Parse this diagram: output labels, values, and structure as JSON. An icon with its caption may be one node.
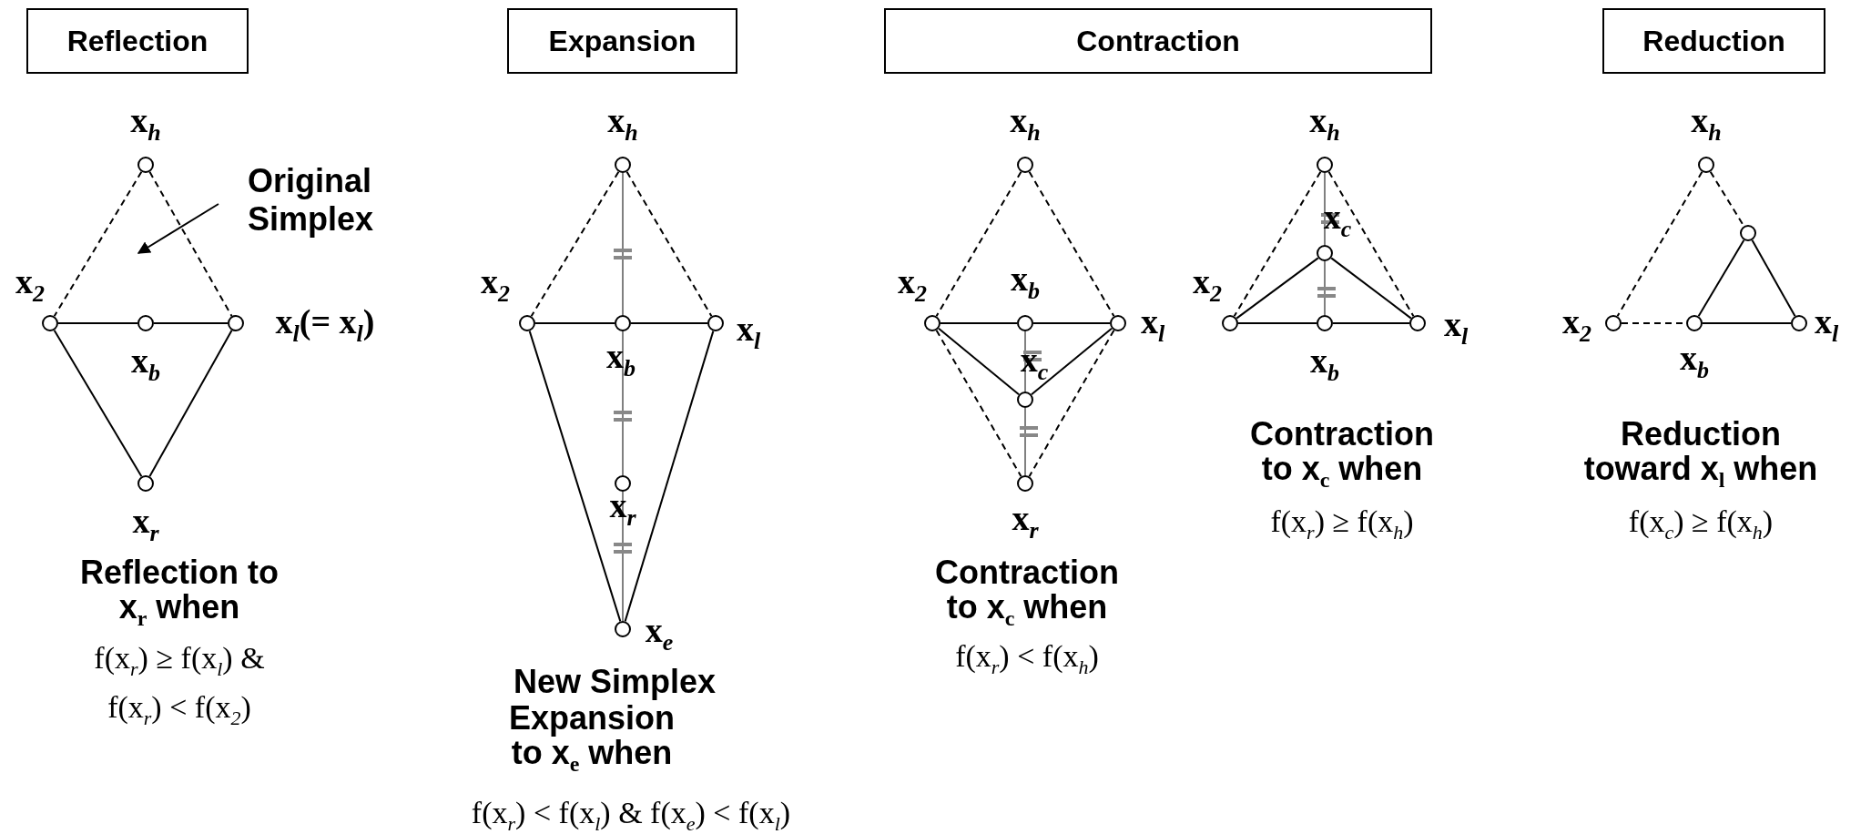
{
  "diagram": {
    "nodes": [
      {
        "text": [
          "Reflection"
        ]
      },
      {
        "text": [
          "Expansion"
        ]
      },
      {
        "text": [
          "Contraction"
        ]
      },
      {
        "text": [
          "Reduction"
        ]
      },
      {
        "text": [],
        "shape": "circle",
        "beside": [
          "x$_{h}$"
        ]
      },
      {
        "text": [
          "Original Simplex"
        ]
      },
      {
        "text": [],
        "shape": "circle",
        "beside": [
          "x$_{2}$"
        ]
      },
      {
        "text": [],
        "shape": "circle",
        "beside": [
          "x$_{b}$"
        ]
      },
      {
        "text": [],
        "shape": "circle",
        "beside": [
          "x$_{l}$(= x$_{l}$)"
        ]
      },
      {
        "text": [],
        "shape": "circle",
        "beside": [
          "x$_{r}$"
        ]
      },
      {
        "text": [],
        "shape": "circle",
        "beside": [
          "x$_{h}$"
        ]
      },
      {
        "text": [],
        "shape": "circle",
        "beside": [
          "x$_{2}$"
        ]
      },
      {
        "text": [],
        "shape": "circle",
        "beside": [
          "x$_{b}$"
        ]
      },
      {
        "text": [],
        "shape": "circle",
        "beside": [
          "x$_{l}$"
        ]
      },
      {
        "text": [],
        "shape": "circle",
        "beside": [
          "x$_{r}$"
        ]
      },
      {
        "text": [],
        "shape": "circle",
        "beside": [
          "x$_{e}$"
        ]
      },
      {
        "text": [],
        "shape": "circle",
        "beside": [
          "x$_{h}$"
        ]
      },
      {
        "text": [],
        "shape": "circle",
        "beside": [
          "x$_{2}$"
        ]
      },
      {
        "text": [],
        "shape": "circle",
        "beside": [
          "x$_{b}$"
        ]
      },
      {
        "text": [],
        "shape": "circle",
        "beside": [
          "x$_{l}$"
        ]
      },
      {
        "text": [],
        "shape": "circle",
        "beside": [
          "x$_{c}$"
        ]
      },
      {
        "text": [],
        "shape": "circle",
        "beside": [
          "x$_{r}$"
        ]
      },
      {
        "text": [],
        "shape": "circle",
        "beside": [
          "x$_{h}$"
        ]
      },
      {
        "text": [],
        "shape": "circle",
        "beside": [
          "x$_{c}$"
        ]
      },
      {
        "text": [],
        "shape": "circle",
        "beside": [
          "x$_{2}$"
        ]
      },
      {
        "text": [],
        "shape": "circle",
        "beside": [
          "x$_{b}$"
        ]
      },
      {
        "text": [],
        "shape": "circle",
        "beside": [
          "x$_{l}$"
        ]
      },
      {
        "text": [],
        "shape": "circle",
        "beside": [
          "x$_{h}$"
        ]
      },
      {
        "text": [],
        "shape": "circle"
      },
      {
        "text": [],
        "shape": "circle",
        "beside": [
          "x$_{2}$"
        ]
      },
      {
        "text": [],
        "shape": "circle",
        "beside": [
          "x$_{b}$"
        ]
      },
      {
        "text": [],
        "shape": "circle",
        "beside": [
          "x$_{l}$"
        ]
      }
    ],
    "edges": [
      {
        "from": 4,
        "to": 6,
        "arrow": "none",
        "style": "dashed"
      },
      {
        "from": 4,
        "to": 8,
        "arrow": "none",
        "style": "dashed"
      },
      {
        "from": 6,
        "to": 7,
        "arrow": "none"
      },
      {
        "from": 7,
        "to": 8,
        "arrow": "none"
      },
      {
        "from": 6,
        "to": 9,
        "arrow": "none"
      },
      {
        "from": 8,
        "to": 9,
        "arrow": "none"
      },
      {
        "from": 5,
        "to": null,
        "arrow": "to"
      },
      {
        "from": 10,
        "to": 11,
        "arrow": "none",
        "style": "dashed"
      },
      {
        "from": 10,
        "to": 13,
        "arrow": "none",
        "style": "dashed"
      },
      {
        "from": 11,
        "to": 12,
        "arrow": "none"
      },
      {
        "from": 12,
        "to": 13,
        "arrow": "none"
      },
      {
        "from": 11,
        "to": 15,
        "arrow": "none"
      },
      {
        "from": 13,
        "to": 15,
        "arrow": "none"
      },
      {
        "from": 10,
        "to": 12,
        "arrow": "none",
        "color": "#808080"
      },
      {
        "from": 12,
        "to": 14,
        "arrow": "none",
        "color": "#808080"
      },
      {
        "from": 14,
        "to": 15,
        "arrow": "none",
        "color": "#808080"
      },
      {
        "from": 16,
        "to": 17,
        "arrow": "none",
        "style": "dashed"
      },
      {
        "from": 16,
        "to": 19,
        "arrow": "none",
        "style": "dashed"
      },
      {
        "from": 17,
        "to": 18,
        "arrow": "none"
      },
      {
        "from": 18,
        "to": 19,
        "arrow": "none"
      },
      {
        "from": 17,
        "to": 20,
        "arrow": "none"
      },
      {
        "from": 19,
        "to": 20,
        "arrow": "none"
      },
      {
        "from": 17,
        "to": 21,
        "arrow": "none",
        "style": "dashed"
      },
      {
        "from": 19,
        "to": 21,
        "arrow": "none",
        "style": "dashed"
      },
      {
        "from": 18,
        "to": 20,
        "arrow": "none",
        "color": "#808080"
      },
      {
        "from": 20,
        "to": 21,
        "arrow": "none",
        "color": "#808080"
      },
      {
        "from": 22,
        "to": 24,
        "arrow": "none",
        "style": "dashed"
      },
      {
        "from": 22,
        "to": 26,
        "arrow": "none",
        "style": "dashed"
      },
      {
        "from": 24,
        "to": 25,
        "arrow": "none"
      },
      {
        "from": 25,
        "to": 26,
        "arrow": "none"
      },
      {
        "from": 24,
        "to": 23,
        "arrow": "none"
      },
      {
        "from": 26,
        "to": 23,
        "arrow": "none"
      },
      {
        "from": 22,
        "to": 23,
        "arrow": "none",
        "color": "#808080"
      },
      {
        "from": 23,
        "to": 25,
        "arrow": "none",
        "color": "#808080"
      },
      {
        "from": 27,
        "to": 29,
        "arrow": "none",
        "style": "dashed"
      },
      {
        "from": 27,
        "to": 28,
        "arrow": "none",
        "style": "dashed"
      },
      {
        "from": 28,
        "to": 31,
        "arrow": "none"
      },
      {
        "from": 28,
        "to": 30,
        "arrow": "none"
      },
      {
        "from": 30,
        "to": 31,
        "arrow": "none"
      },
      {
        "from": 29,
        "to": 30,
        "arrow": "none",
        "style": "dashed"
      }
    ],
    "labels": [
      "Contraction to x$_{c}$ when",
      "Reduction toward x$_{l}$ when",
      "f(x$_{r}$) ≥ f(x$_{h}$)",
      "f(x$_{c}$) ≥ f(x$_{h}$)",
      "Reflection to x$_{r}$ when",
      "Contraction to x$_{c}$ when",
      "f(x$_{r}$) ≥ f(x$_{l}$) & f(x$_{r}$) < f(x$_{2}$)",
      "f(x$_{r}$) < f(x$_{h}$)",
      "New Simplex",
      "Expansion to x$_{e}$ when",
      "f(x$_{r}$) < f(x$_{l}$) & f(x$_{e}$) < f(x$_{l}$)"
    ]
  }
}
